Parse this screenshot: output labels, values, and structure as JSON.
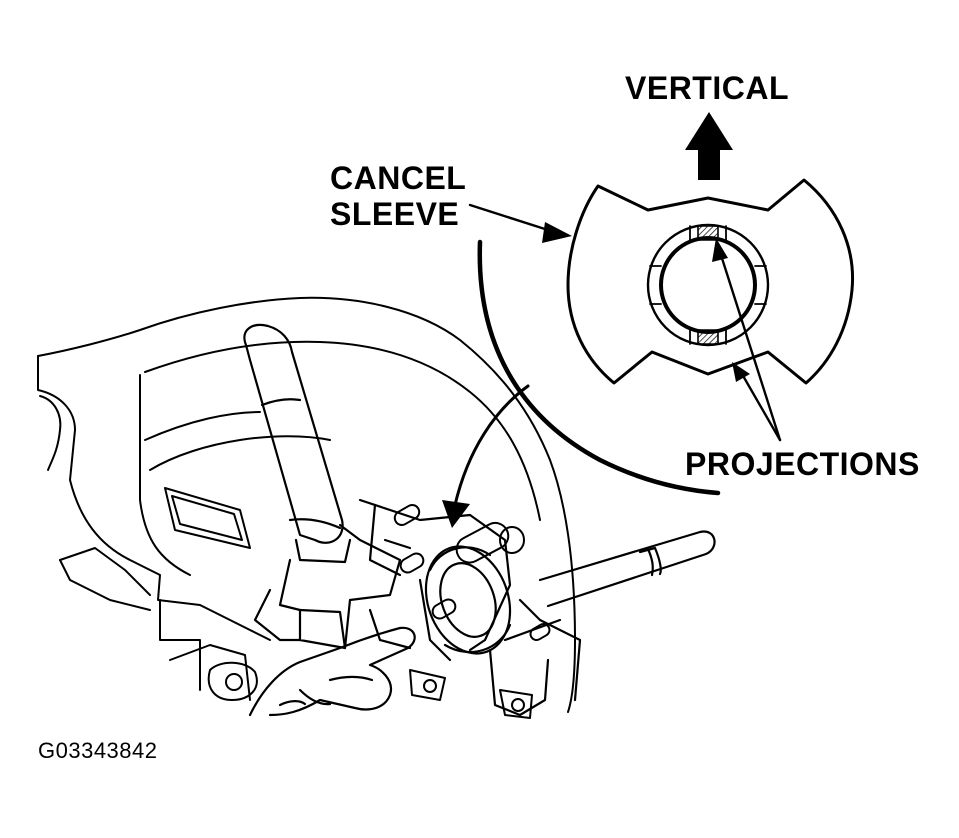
{
  "labels": {
    "vertical": "VERTICAL",
    "cancel_line1": "CANCEL",
    "cancel_line2": "SLEEVE",
    "projections": "PROJECTIONS",
    "figure_code": "G03343842"
  },
  "colors": {
    "ink": "#000000",
    "paper": "#ffffff"
  }
}
